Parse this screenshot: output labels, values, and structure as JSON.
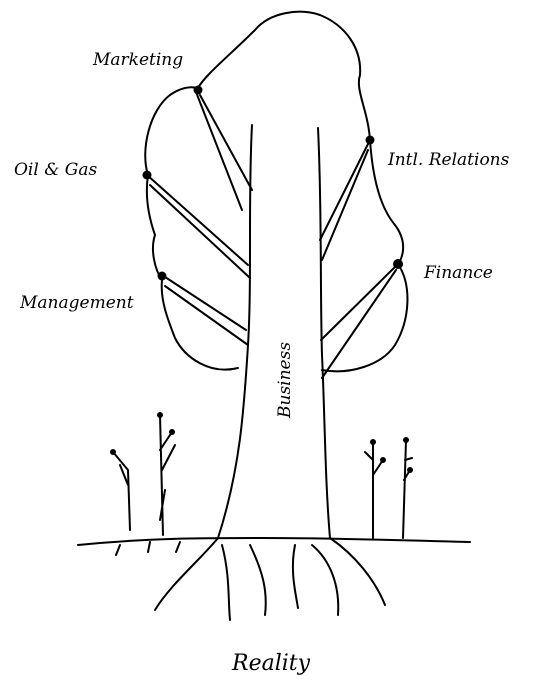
{
  "labels": {
    "marketing": "Marketing",
    "oil_gas": "Oil & Gas",
    "management": "Management",
    "intl_relations": "Intl. Relations",
    "finance": "Finance",
    "business": "Business",
    "reality": "Reality"
  }
}
